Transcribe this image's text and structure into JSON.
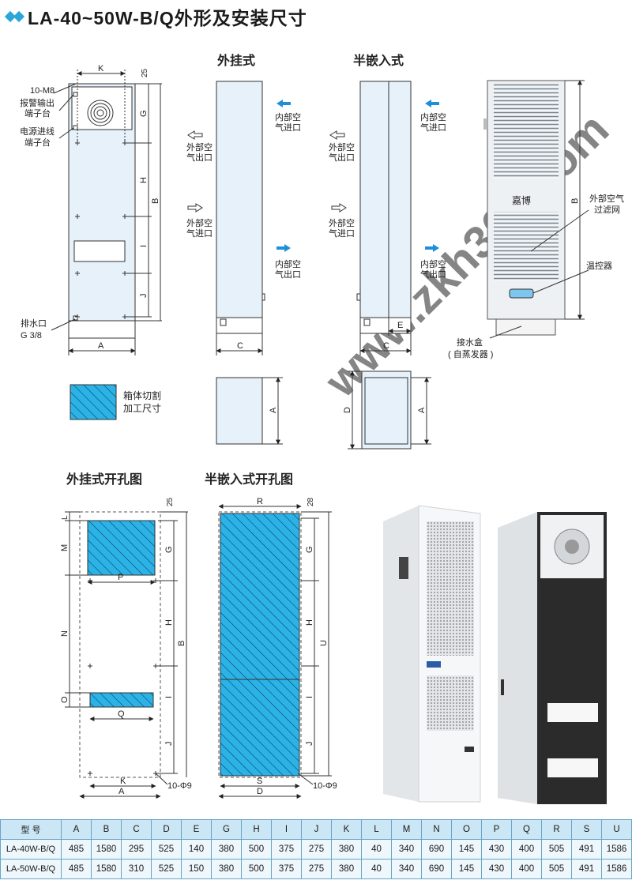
{
  "title": "LA-40~50W-B/Q外形及安装尺寸",
  "views": {
    "wall": "外挂式",
    "semi": "半嵌入式",
    "wall_cut": "外挂式开孔图",
    "semi_cut": "半嵌入式开孔图"
  },
  "callouts": {
    "m8": "10-M8",
    "alarm_l1": "报警输出",
    "alarm_l2": "端子台",
    "power_l1": "电源进线",
    "power_l2": "端子台",
    "drain_l1": "排水口",
    "drain_l2": "G 3/8",
    "ext_out_l1": "外部空",
    "ext_out_l2": "气出口",
    "ext_in_l1": "外部空",
    "ext_in_l2": "气进口",
    "int_in_l1": "内部空",
    "int_in_l2": "气进口",
    "int_out_l1": "内部空",
    "int_out_l2": "气出口",
    "filter_l1": "外部空气",
    "filter_l2": "过滤网",
    "thermo": "温控器",
    "tray_l1": "接水盒",
    "tray_l2": "( 自蒸发器 )",
    "legend_l1": "箱体切割",
    "legend_l2": "加工尺寸",
    "phi9": "10-Φ9",
    "brand": "嘉博"
  },
  "dims": {
    "A": "A",
    "B": "B",
    "C": "C",
    "D": "D",
    "E": "E",
    "G": "G",
    "H": "H",
    "I": "I",
    "J": "J",
    "K": "K",
    "L": "L",
    "M": "M",
    "N": "N",
    "O": "O",
    "P": "P",
    "Q": "Q",
    "R": "R",
    "S": "S",
    "U": "U",
    "n25": "25",
    "n28": "28"
  },
  "watermark": "www.zkh360.com",
  "table": {
    "headers": [
      "型 号",
      "A",
      "B",
      "C",
      "D",
      "E",
      "G",
      "H",
      "I",
      "J",
      "K",
      "L",
      "M",
      "N",
      "O",
      "P",
      "Q",
      "R",
      "S",
      "U"
    ],
    "rows": [
      [
        "LA-40W-B/Q",
        "485",
        "1580",
        "295",
        "525",
        "140",
        "380",
        "500",
        "375",
        "275",
        "380",
        "40",
        "340",
        "690",
        "145",
        "430",
        "400",
        "505",
        "491",
        "1586"
      ],
      [
        "LA-50W-B/Q",
        "485",
        "1580",
        "310",
        "525",
        "150",
        "380",
        "500",
        "375",
        "275",
        "380",
        "40",
        "340",
        "690",
        "145",
        "430",
        "400",
        "505",
        "491",
        "1586"
      ]
    ]
  },
  "colors": {
    "panel": "#e6f1fa",
    "hatch_bg": "#2bb2e6",
    "accent": "#2aa6d8",
    "arrow": "#1e90d8",
    "dark_panel": "#2b2b2b"
  }
}
